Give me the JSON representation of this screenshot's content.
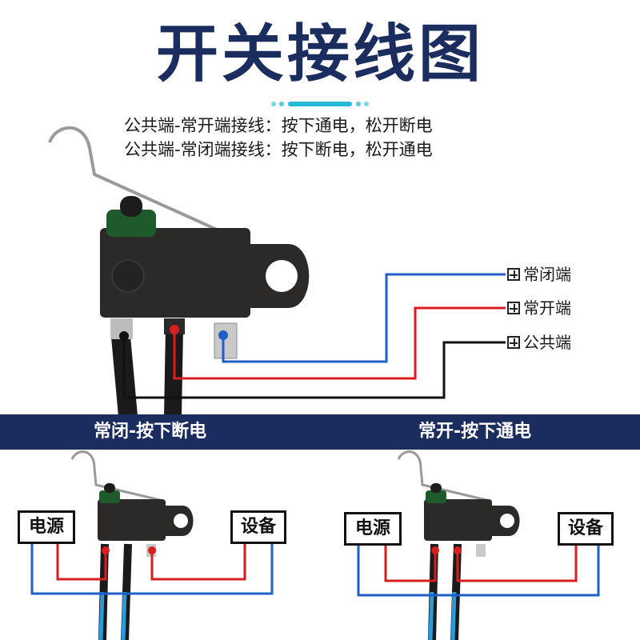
{
  "title": "开关接线图",
  "subtitle_lines": [
    "公共端-常开端接线：按下通电，松开断电",
    "公共端-常闭端接线：按下断电，松开通电"
  ],
  "terminals": {
    "nc": "常闭端",
    "no": "常开端",
    "com": "公共端"
  },
  "sections": {
    "left_title": "常闭-按下断电",
    "right_title": "常开-按下通电"
  },
  "left_diagram": {
    "power_label": "电源",
    "device_label": "设备"
  },
  "right_diagram": {
    "power_label": "电源",
    "device_label": "设备"
  },
  "colors": {
    "navy": "#1b2d5e",
    "wire_blue": "#1f5fc7",
    "wire_red": "#d81e1e",
    "wire_black": "#111111",
    "switch_body": "#2c2a28",
    "button_green": "#1f5a2a",
    "accent_cyan": "#29b8d6"
  },
  "icons": [
    "terminal-icon"
  ]
}
